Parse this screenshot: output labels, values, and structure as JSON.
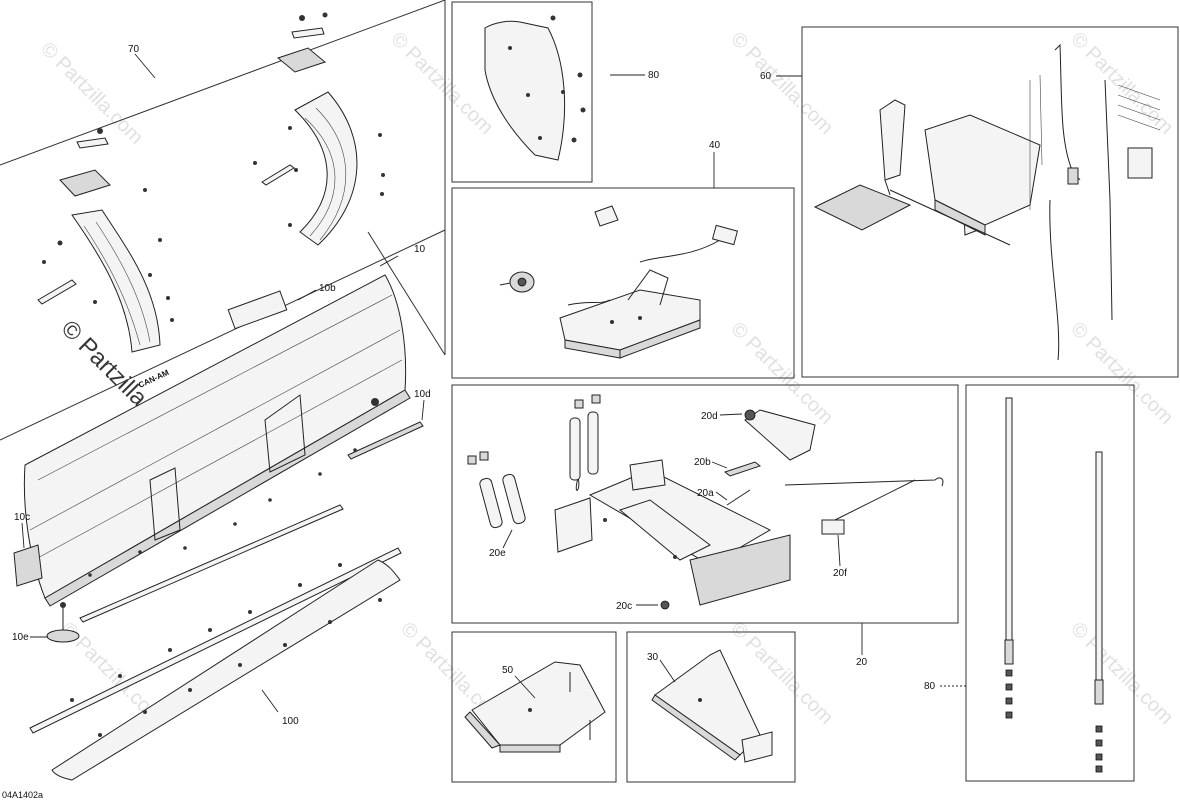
{
  "diagram": {
    "callouts": {
      "c70": "70",
      "c10": "10",
      "c10b": "10b",
      "c10d": "10d",
      "c10c": "10c",
      "c10e": "10e",
      "c100": "100",
      "c80a": "80",
      "c40": "40",
      "c60": "60",
      "c20d": "20d",
      "c20b": "20b",
      "c20a": "20a",
      "c20e": "20e",
      "c20c": "20c",
      "c20f": "20f",
      "c20": "20",
      "c50": "50",
      "c30": "30",
      "c80b": "80"
    },
    "drawing_number": "04A1402a",
    "watermark": "© Partzilla.com",
    "blade_logo": "CAN-AM"
  }
}
